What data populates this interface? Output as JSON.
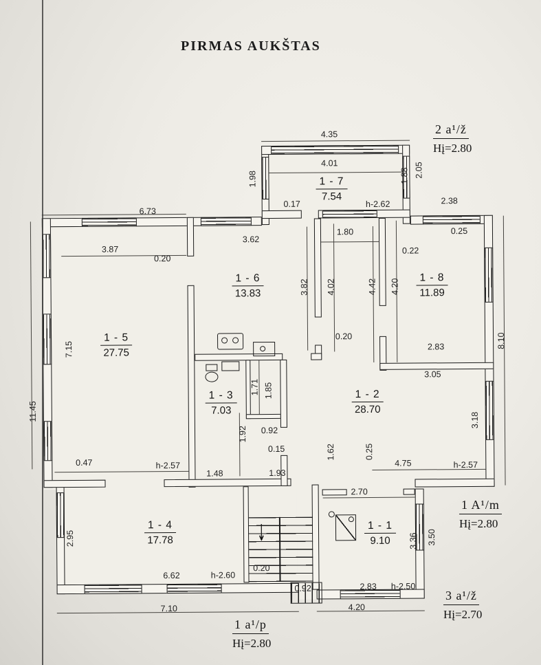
{
  "title": "PIRMAS AUKŠTAS",
  "rooms": {
    "r1": {
      "num": "1 - 1",
      "area": "9.10"
    },
    "r2": {
      "num": "1 - 2",
      "area": "28.70"
    },
    "r3": {
      "num": "1 - 3",
      "area": "7.03"
    },
    "r4": {
      "num": "1 - 4",
      "area": "17.78"
    },
    "r5": {
      "num": "1 - 5",
      "area": "27.75"
    },
    "r6": {
      "num": "1 - 6",
      "area": "13.83"
    },
    "r7": {
      "num": "1 - 7",
      "area": "7.54"
    },
    "r8": {
      "num": "1 - 8",
      "area": "11.89"
    }
  },
  "annotations": {
    "top_right": {
      "label": "2 a¹/ž",
      "height": "Hį=2.80"
    },
    "mid_right": {
      "label": "1 A¹/m",
      "height": "Hį=2.80"
    },
    "bottom_right": {
      "label": "3 a¹/ž",
      "height": "Hį=2.70"
    },
    "bottom_center": {
      "label": "1 a¹/p",
      "height": "Hį=2.80"
    }
  },
  "icons": {
    "stairs_arrow": "↓"
  },
  "dims": {
    "d01": "4.35",
    "d02": "4.01",
    "d03": "1.98",
    "d04": "1.88",
    "d05": "2.05",
    "d06": "0.17",
    "d07": "h-2.62",
    "d08": "2.38",
    "d09": "6.73",
    "d10": "3.87",
    "d11": "0.20",
    "d12": "3.62",
    "d13": "1.80",
    "d14": "0.25",
    "d15": "0.22",
    "d16": "3.82",
    "d17": "4.02",
    "d18": "4.42",
    "d19": "4.20",
    "d20": "2.83",
    "d21": "8.10",
    "d22": "3.05",
    "d23": "7.15",
    "d24": "11.45",
    "d25": "0.20",
    "d26": "1.71",
    "d27": "1.85",
    "d28": "1.92",
    "d29": "0.92",
    "d30": "0.15",
    "d31": "1.48",
    "d32": "1.93",
    "d33": "1.62",
    "d34": "0.25",
    "d35": "4.75",
    "d36": "h-2.57",
    "d37": "3.18",
    "d38": "0.47",
    "d39": "h-2.57",
    "d40": "2.70",
    "d41": "2.95",
    "d42": "6.62",
    "d43": "h-2.60",
    "d44": "0.20",
    "d45": "3.36",
    "d46": "3.50",
    "d47": "2.83",
    "d48": "h-2.50",
    "d49": "0.92",
    "d50": "4.20",
    "d51": "7.10"
  }
}
